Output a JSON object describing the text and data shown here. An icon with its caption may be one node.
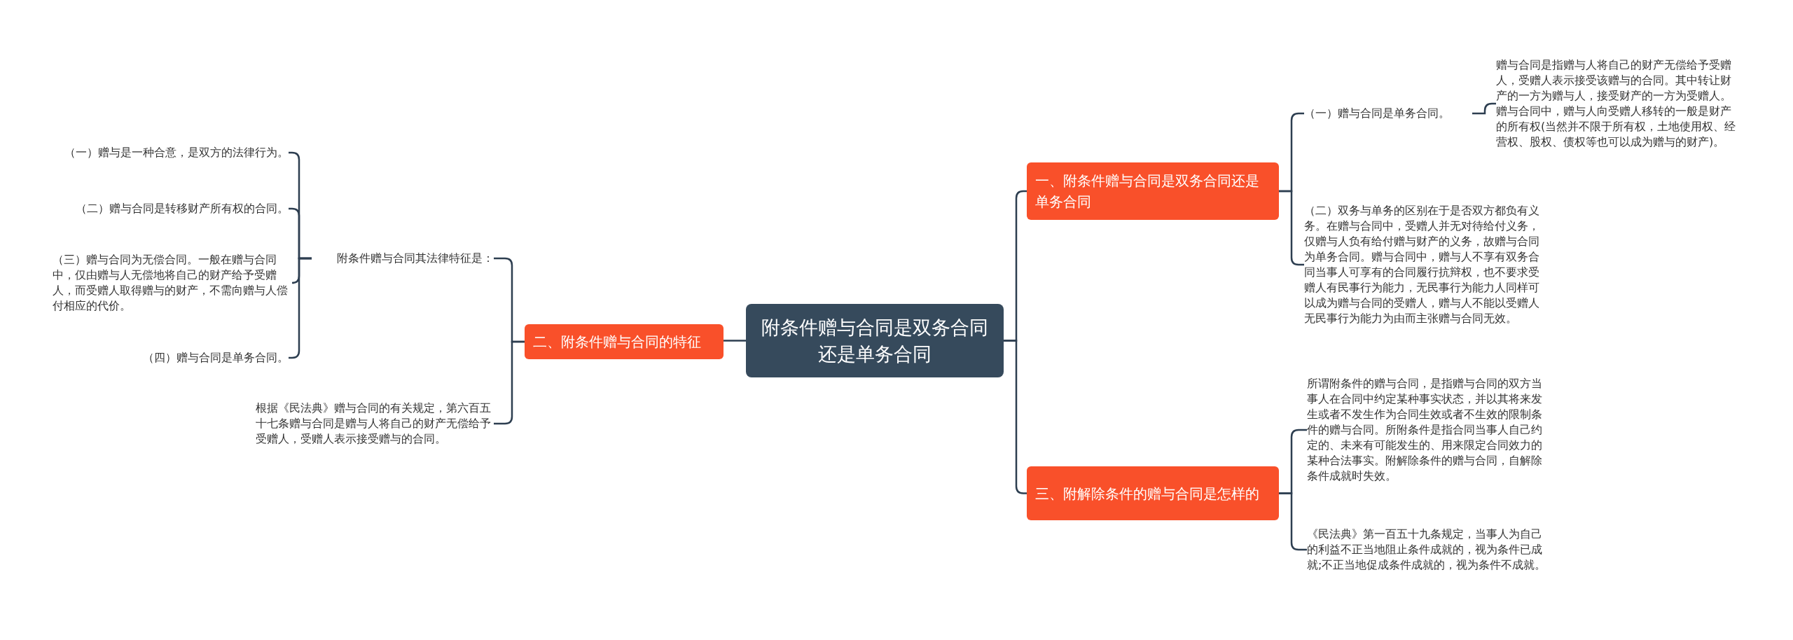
{
  "diagram": {
    "nodes": [
      {
        "text": [
          "附条件赠与合同是双务合同还是单务合同"
        ]
      },
      {
        "text": [
          "一、附条件赠与合同是双务合同还是单务合同"
        ]
      },
      {
        "text": [
          "（一）赠与合同是单务合同。"
        ]
      },
      {
        "text": [
          "赠与合同是指赠与人将自己的财产无偿给予受赠人，受赠人表示接受该赠与的合同。其中转让财产的一方为赠与人，接受财产的一方为受赠人。赠与合同中，赠与人向受赠人移转的一般是财产的所有权(当然并不限于所有权，土地使用权、经营权、股权、债权等也可以成为赠与的财产)。"
        ]
      },
      {
        "text": [
          "（二）双务与单务的区别在于是否双方都负有义务。在赠与合同中，受赠人并无对待给付义务，仅赠与人负有给付赠与财产的义务，故赠与合同为单务合同。赠与合同中，赠与人不享有双务合同当事人可享有的合同履行抗辩权，也不要求受赠人有民事行为能力，无民事行为能力人同样可以成为赠与合同的受赠人，赠与人不能以受赠人无民事行为能力为由而主张赠与合同无效。"
        ]
      },
      {
        "text": [
          "二、附条件赠与合同的特征"
        ]
      },
      {
        "text": [
          "附条件赠与合同其法律特征是："
        ]
      },
      {
        "text": [
          "（一）赠与是一种合意，是双方的法律行为。"
        ]
      },
      {
        "text": [
          "（二）赠与合同是转移财产所有权的合同。"
        ]
      },
      {
        "text": [
          "（三）赠与合同为无偿合同。一般在赠与合同中，仅由赠与人无偿地将自己的财产给予受赠人，而受赠人取得赠与的财产，不需向赠与人偿付相应的代价。"
        ]
      },
      {
        "text": [
          "（四）赠与合同是单务合同。"
        ]
      },
      {
        "text": [
          "根据《民法典》赠与合同的有关规定，第六百五十七条赠与合同是赠与人将自己的财产无偿给予受赠人，受赠人表示接受赠与的合同。"
        ]
      },
      {
        "text": [
          "三、附解除条件的赠与合同是怎样的"
        ]
      },
      {
        "text": [
          "所谓附条件的赠与合同，是指赠与合同的双方当事人在合同中约定某种事实状态，并以其将来发生或者不发生作为合同生效或者不生效的限制条件的赠与合同。所附条件是指合同当事人自己约定的、未来有可能发生的、用来限定合同效力的某种合法事实。附解除条件的赠与合同，自解除条件成就时失效。"
        ]
      },
      {
        "text": [
          "《民法典》第一百五十九条规定，当事人为自己的利益不正当地阻止条件成就的，视为条件已成就;不正当地促成条件成就的，视为条件不成就。"
        ]
      }
    ],
    "edges": [
      {
        "from": 0,
        "to": 1,
        "arrow": "none"
      },
      {
        "from": 1,
        "to": 2,
        "arrow": "none"
      },
      {
        "from": 2,
        "to": 3,
        "arrow": "none"
      },
      {
        "from": 1,
        "to": 4,
        "arrow": "none"
      },
      {
        "from": 0,
        "to": 5,
        "arrow": "none"
      },
      {
        "from": 5,
        "to": 6,
        "arrow": "none"
      },
      {
        "from": 6,
        "to": 7,
        "arrow": "none"
      },
      {
        "from": 6,
        "to": 8,
        "arrow": "none"
      },
      {
        "from": 6,
        "to": 9,
        "arrow": "none"
      },
      {
        "from": 6,
        "to": 10,
        "arrow": "none"
      },
      {
        "from": 5,
        "to": 11,
        "arrow": "none"
      },
      {
        "from": 0,
        "to": 12,
        "arrow": "none"
      },
      {
        "from": 12,
        "to": 13,
        "arrow": "none"
      },
      {
        "from": 12,
        "to": 14,
        "arrow": "none"
      }
    ]
  }
}
